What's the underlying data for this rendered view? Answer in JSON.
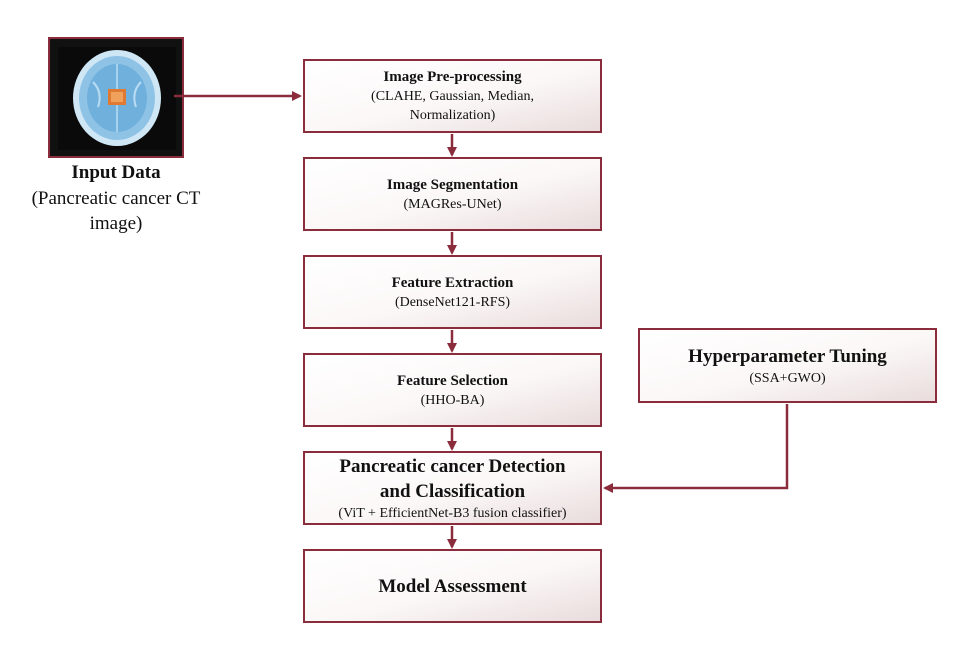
{
  "input": {
    "title": "Input Data",
    "subtitle_line1": "(Pancreatic cancer CT",
    "subtitle_line2": "image)"
  },
  "steps": [
    {
      "title": "Image Pre-processing",
      "sub1": "(CLAHE, Gaussian, Median,",
      "sub2": "Normalization)"
    },
    {
      "title": "Image Segmentation",
      "sub1": "(MAGRes-UNet)"
    },
    {
      "title": "Feature Extraction",
      "sub1": "(DenseNet121-RFS)"
    },
    {
      "title": "Feature Selection",
      "sub1": "(HHO-BA)"
    },
    {
      "title_line1": "Pancreatic cancer Detection",
      "title_line2": "and Classification",
      "sub1": "(ViT + EfficientNet-B3 fusion classifier)"
    },
    {
      "title": "Model Assessment"
    }
  ],
  "tuning": {
    "title": "Hyperparameter Tuning",
    "sub": "(SSA+GWO)"
  },
  "colors": {
    "border": "#8a2c3c",
    "arrow": "#8a2c3c"
  }
}
